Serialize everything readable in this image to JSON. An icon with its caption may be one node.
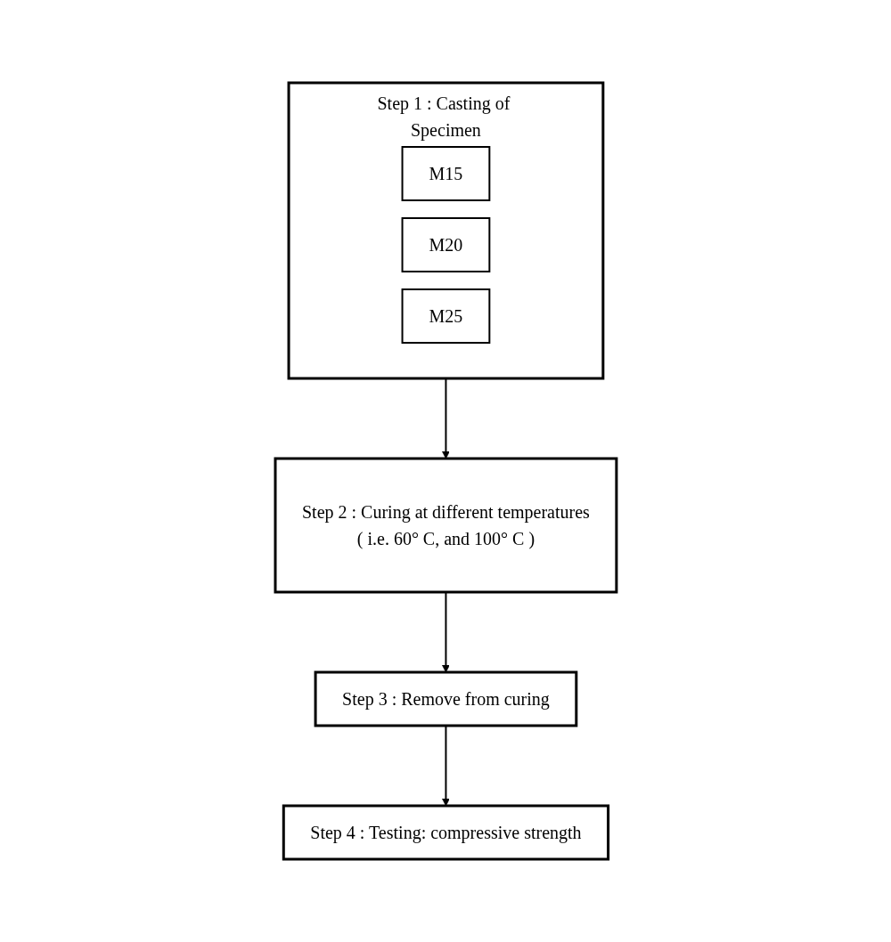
{
  "diagram": {
    "nodes": [
      {
        "text": [
          "Step 1 : Casting of Specimen"
        ]
      },
      {
        "text": [
          "M15"
        ],
        "in": 0
      },
      {
        "text": [
          "M20"
        ],
        "in": 0
      },
      {
        "text": [
          "M25"
        ],
        "in": 0
      },
      {
        "text": [
          "Step 2 : Curing at different temperatures",
          "( i.e. 60° C, and 100° C )"
        ]
      },
      {
        "text": [
          "Step 3 : Remove from curing"
        ]
      },
      {
        "text": [
          "Step 4 : Testing: compressive strength"
        ]
      }
    ],
    "edges": [
      {
        "from": 0,
        "to": 4,
        "arrow": "to"
      },
      {
        "from": 4,
        "to": 5,
        "arrow": "to"
      },
      {
        "from": 5,
        "to": 6,
        "arrow": "to"
      }
    ]
  }
}
